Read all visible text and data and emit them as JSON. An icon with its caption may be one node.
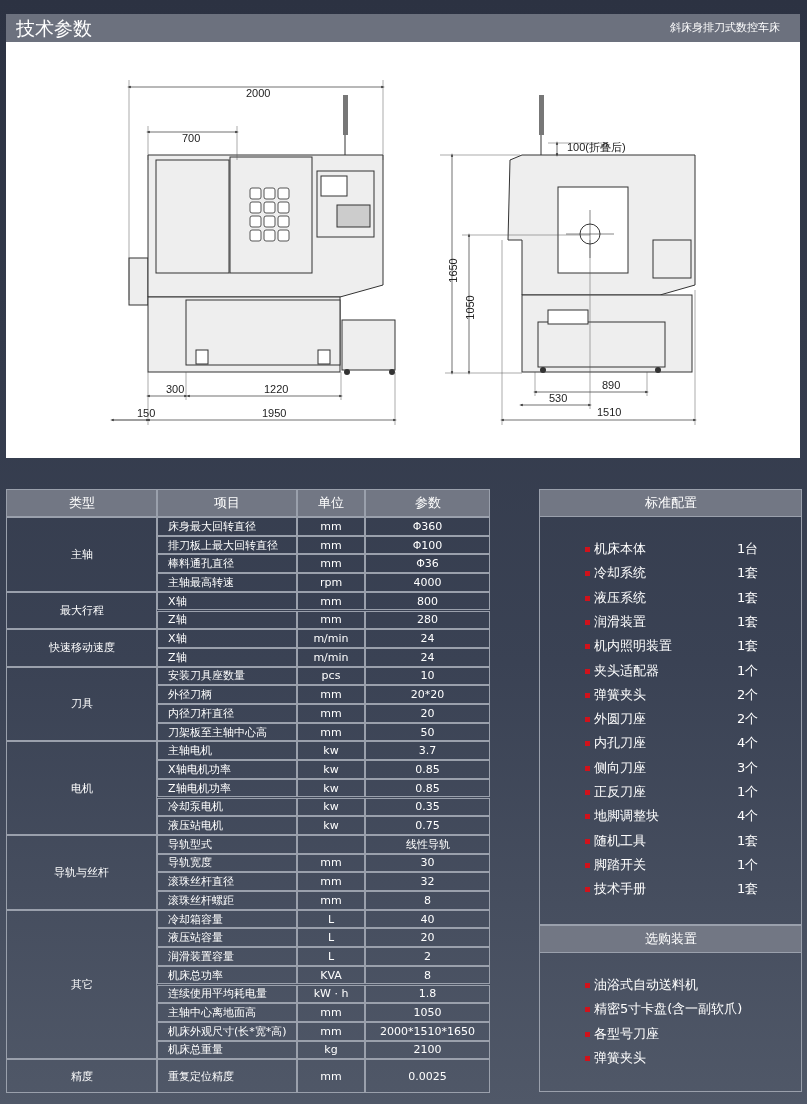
{
  "diagram": {
    "title": "技术参数",
    "labels": [
      "斜床身排刀式数控车床",
      "2000",
      "700",
      "300",
      "1220",
      "150",
      "1950",
      "100(折叠后)",
      "1650",
      "1050",
      "890",
      "530",
      "1510",
      "类型",
      "项目",
      "单位",
      "参数",
      "主轴",
      "床身最大回转直径",
      "mm",
      "Φ360",
      "排刀板上最大回转直径",
      "mm",
      "Φ100",
      "棒料通孔直径",
      "mm",
      "Φ36",
      "主轴最高转速",
      "rpm",
      "4000",
      "最大行程",
      "X轴",
      "mm",
      "800",
      "Z轴",
      "mm",
      "280",
      "快速移动速度",
      "X轴",
      "m/min",
      "24",
      "Z轴",
      "m/min",
      "24",
      "刀具",
      "安装刀具座数量",
      "pcs",
      "10",
      "外径刀柄",
      "mm",
      "20*20",
      "内径刀杆直径",
      "mm",
      "20",
      "刀架板至主轴中心高",
      "mm",
      "50",
      "电机",
      "主轴电机",
      "kw",
      "3.7",
      "X轴电机功率",
      "kw",
      "0.85",
      "Z轴电机功率",
      "kw",
      "0.85",
      "冷却泵电机",
      "kw",
      "0.35",
      "液压站电机",
      "kw",
      "0.75",
      "导轨与丝杆",
      "导轨型式",
      "线性导轨",
      "导轨宽度",
      "mm",
      "30",
      "滚珠丝杆直径",
      "mm",
      "32",
      "滚珠丝杆螺距",
      "mm",
      "8",
      "其它",
      "冷却箱容量",
      "L",
      "40",
      "液压站容量",
      "L",
      "20",
      "润滑装置容量",
      "L",
      "2",
      "机床总功率",
      "KVA",
      "8",
      "连续使用平均耗电量",
      "kW · h",
      "1.8",
      "主轴中心离地面高",
      "mm",
      "1050",
      "机床外观尺寸(长*宽*高)",
      "mm",
      "2000*1510*1650",
      "机床总重量",
      "kg",
      "2100",
      "精度",
      "重复定位精度",
      "mm",
      "0.0025",
      "标准配置",
      "机床本体",
      "1台",
      "冷却系统",
      "1套",
      "液压系统",
      "1套",
      "润滑装置",
      "1套",
      "机内照明装置",
      "1套",
      "夹头适配器",
      "1个",
      "弹簧夹头",
      "2个",
      "外圆刀座",
      "2个",
      "内孔刀座",
      "4个",
      "侧向刀座",
      "3个",
      "正反刀座",
      "1个",
      "地脚调整块",
      "4个",
      "随机工具",
      "1套",
      "脚踏开关",
      "1个",
      "技术手册",
      "1套",
      "选购装置",
      "油浴式自动送料机",
      "精密5寸卡盘(含一副软爪)",
      "各型号刀座",
      "弹簧夹头"
    ]
  }
}
